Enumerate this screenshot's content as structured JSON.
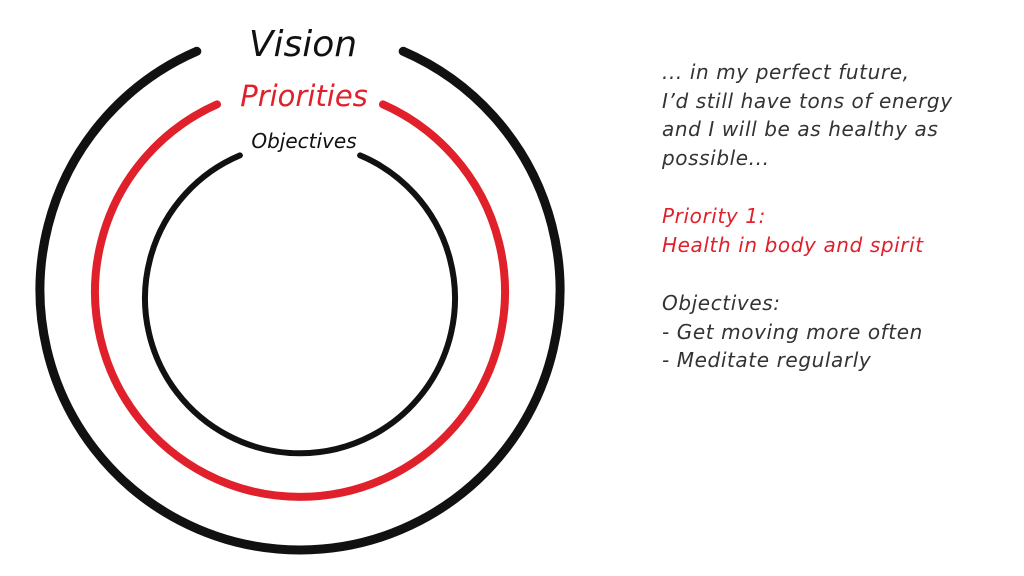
{
  "diagram": {
    "labels": {
      "vision": "Vision",
      "priorities": "Priorities",
      "objectives": "Objectives"
    },
    "colors": {
      "vision": "#111111",
      "priorities": "#e0202a",
      "objectives": "#111111"
    }
  },
  "panel": {
    "vision_text": [
      "... in my perfect future,",
      "I’d still have tons of energy",
      "and I will be as healthy as",
      "possible..."
    ],
    "priority": {
      "heading": "Priority 1:",
      "text": "Health in body and spirit",
      "color": "#e0202a"
    },
    "objectives": {
      "heading": "Objectives:",
      "items": [
        "- Get moving more often",
        "- Meditate regularly"
      ]
    }
  }
}
